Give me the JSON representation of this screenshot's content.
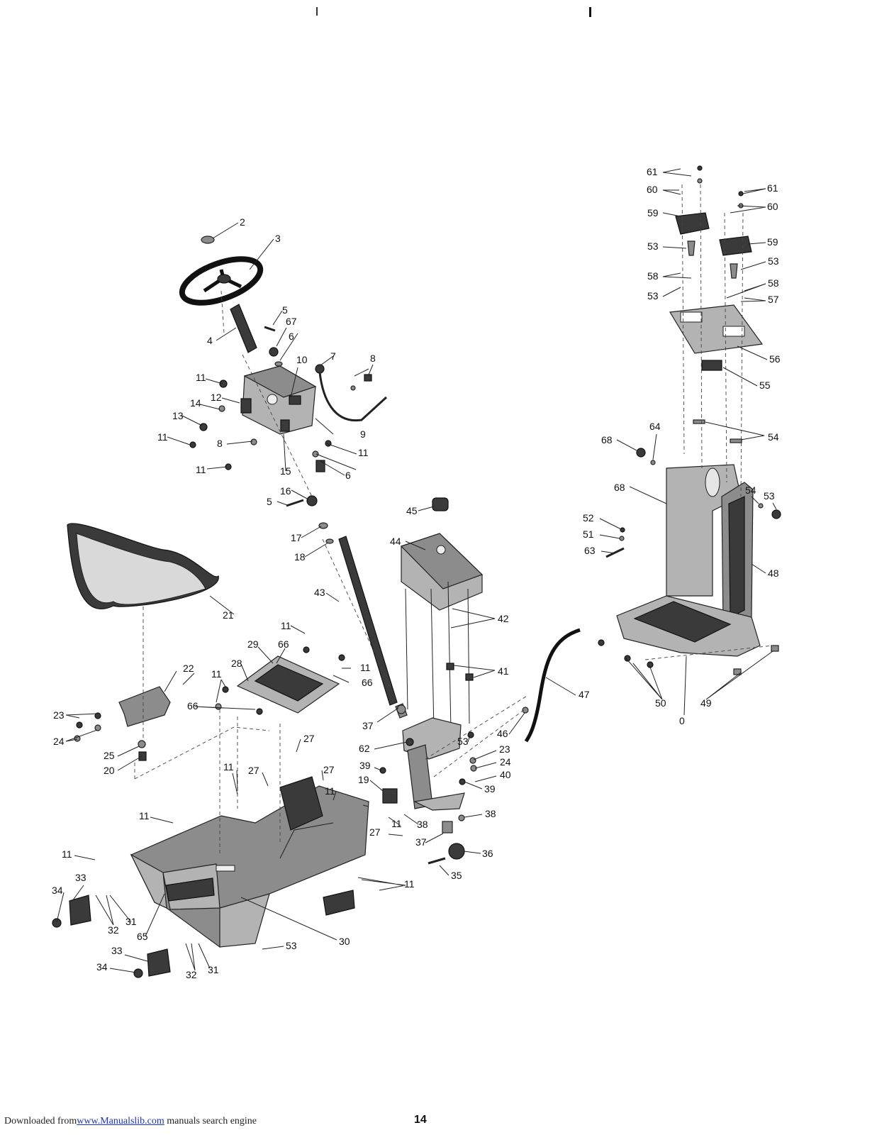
{
  "footer": {
    "prefix": "Downloaded from",
    "link_text": "www.Manualslib.com",
    "suffix": " manuals search engine"
  },
  "page_number": "14",
  "callouts": [
    "2",
    "3",
    "4",
    "5",
    "67",
    "6",
    "7",
    "8",
    "10",
    "11",
    "12",
    "14",
    "13",
    "11",
    "8",
    "9",
    "11",
    "15",
    "11",
    "6",
    "16",
    "5",
    "17",
    "18",
    "45",
    "44",
    "43",
    "42",
    "41",
    "21",
    "11",
    "29",
    "66",
    "28",
    "11",
    "66",
    "22",
    "11",
    "66",
    "23",
    "24",
    "25",
    "20",
    "27",
    "37",
    "47",
    "46",
    "62",
    "53",
    "23",
    "24",
    "40",
    "39",
    "19",
    "11",
    "27",
    "27",
    "11",
    "39",
    "38",
    "11",
    "27",
    "38",
    "37",
    "36",
    "35",
    "11",
    "11",
    "33",
    "34",
    "32",
    "31",
    "65",
    "30",
    "11",
    "33",
    "34",
    "32",
    "31",
    "53",
    "61",
    "60",
    "59",
    "53",
    "58",
    "53",
    "61",
    "60",
    "59",
    "53",
    "58",
    "57",
    "56",
    "55",
    "54",
    "68",
    "64",
    "68",
    "54",
    "53",
    "52",
    "51",
    "63",
    "48",
    "50",
    "49"
  ]
}
